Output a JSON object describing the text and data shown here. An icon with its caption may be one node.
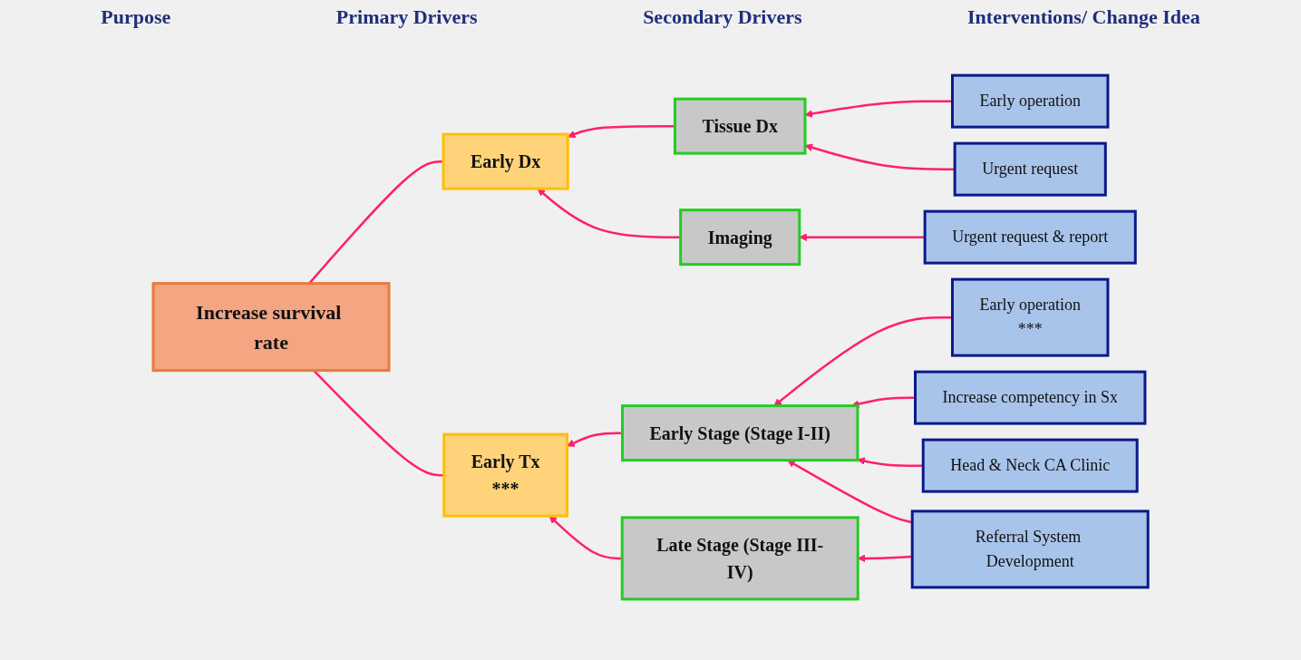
{
  "diagram": {
    "nodes": [
      {
        "text": [
          "Increase survival rate"
        ]
      },
      {
        "text": [
          "Early  Dx"
        ]
      },
      {
        "text": [
          "Early Tx",
          "***"
        ]
      },
      {
        "text": [
          "Tissue Dx"
        ]
      },
      {
        "text": [
          "Imaging"
        ]
      },
      {
        "text": [
          "Early Stage (Stage I-II)"
        ]
      },
      {
        "text": [
          "Late Stage (Stage III-IV)"
        ]
      },
      {
        "text": [
          "Early operation"
        ]
      },
      {
        "text": [
          "Urgent request"
        ]
      },
      {
        "text": [
          "Urgent request & report"
        ]
      },
      {
        "text": [
          "Early operation",
          "***"
        ]
      },
      {
        "text": [
          "Increase competency in Sx"
        ]
      },
      {
        "text": [
          "Head & Neck CA Clinic"
        ]
      },
      {
        "text": [
          "Referral System Development"
        ]
      }
    ],
    "edges": [
      {
        "from": 0,
        "to": 1,
        "arrow": "none"
      },
      {
        "from": 0,
        "to": 2,
        "arrow": "none"
      },
      {
        "from": 3,
        "to": 1,
        "arrow": "to"
      },
      {
        "from": 4,
        "to": 1,
        "arrow": "to"
      },
      {
        "from": 5,
        "to": 2,
        "arrow": "to"
      },
      {
        "from": 6,
        "to": 2,
        "arrow": "to"
      },
      {
        "from": 7,
        "to": 3,
        "arrow": "to"
      },
      {
        "from": 8,
        "to": 3,
        "arrow": "to"
      },
      {
        "from": 9,
        "to": 4,
        "arrow": "to"
      },
      {
        "from": 10,
        "to": 5,
        "arrow": "to"
      },
      {
        "from": 11,
        "to": 5,
        "arrow": "to"
      },
      {
        "from": 12,
        "to": 5,
        "arrow": "to"
      },
      {
        "from": 13,
        "to": 5,
        "arrow": "to"
      },
      {
        "from": 13,
        "to": 6,
        "arrow": "to"
      }
    ],
    "labels": [
      "Purpose",
      "Primary Drivers",
      "Secondary Drivers",
      "Interventions/ Change Idea"
    ]
  }
}
